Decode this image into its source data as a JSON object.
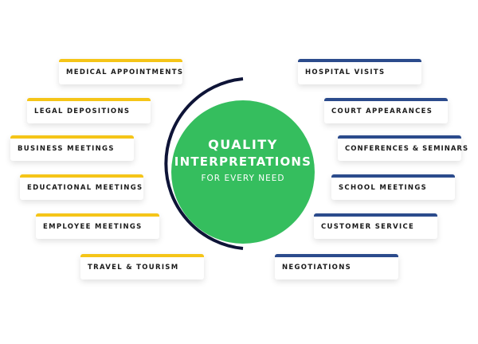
{
  "center": {
    "title_line1": "QUALITY",
    "title_line2": "INTERPRETATIONS",
    "subtitle": "FOR EVERY NEED"
  },
  "colors": {
    "left_accent": "#f5c518",
    "right_accent": "#2b4b8c",
    "circle": "#35be5e",
    "arc": "#0e1437"
  },
  "left_items": [
    "MEDICAL APPOINTMENTS",
    "LEGAL DEPOSITIONS",
    "BUSINESS MEETINGS",
    "EDUCATIONAL MEETINGS",
    "EMPLOYEE MEETINGS",
    "TRAVEL & TOURISM"
  ],
  "right_items": [
    "HOSPITAL VISITS",
    "COURT APPEARANCES",
    "CONFERENCES & SEMINARS",
    "SCHOOL MEETINGS",
    "CUSTOMER SERVICE",
    "NEGOTIATIONS"
  ]
}
